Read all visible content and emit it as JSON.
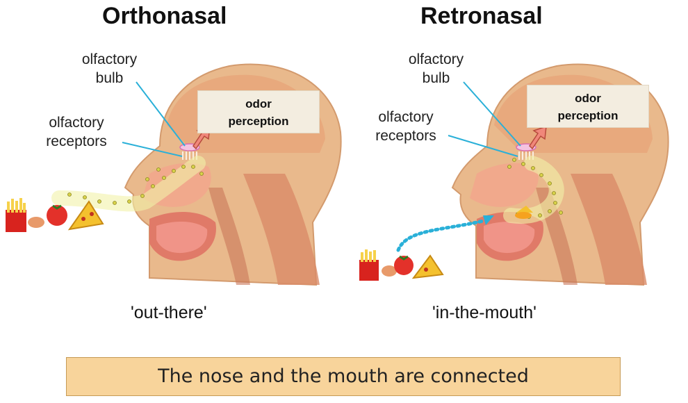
{
  "left_panel": {
    "title": "Orthonasal",
    "bulb_label_line1": "olfactory",
    "bulb_label_line2": "bulb",
    "receptor_label_line1": "olfactory",
    "receptor_label_line2": "receptors",
    "odor_line1": "odor",
    "odor_line2": "perception",
    "caption": "'out-there'"
  },
  "right_panel": {
    "title": "Retronasal",
    "bulb_label_line1": "olfactory",
    "bulb_label_line2": "bulb",
    "receptor_label_line1": "olfactory",
    "receptor_label_line2": "receptors",
    "odor_line1": "odor",
    "odor_line2": "perception",
    "caption": "'in-the-mouth'"
  },
  "banner": "The nose and the mouth are connected",
  "colors": {
    "skin": "#e9b98c",
    "muscle": "#d9876b",
    "pointer_line": "#2ab0d8",
    "arrow": "#f0877a",
    "dots": "#e8e05a",
    "banner_bg": "#f8d49b"
  },
  "icons": [
    "head-anatomy-illustration",
    "olfactory-bulb-icon",
    "food-icon-fries",
    "food-icon-tomato",
    "food-icon-pizza"
  ]
}
